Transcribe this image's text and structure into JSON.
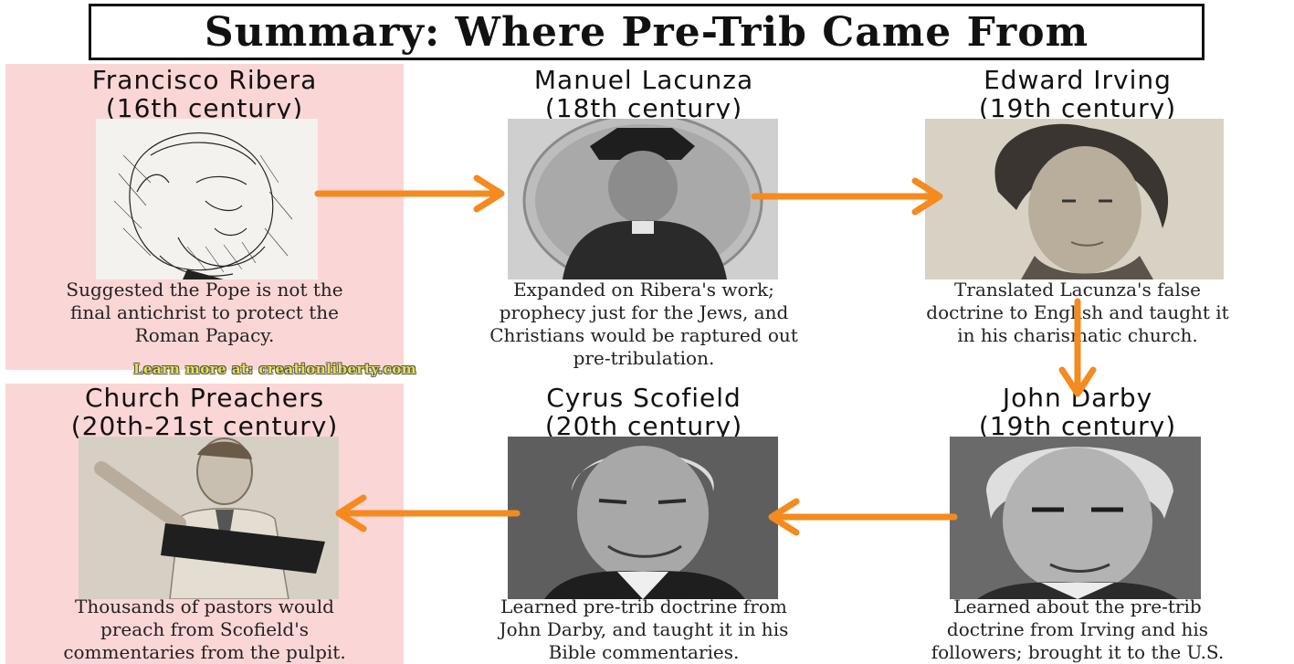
{
  "title": "Summary: Where Pre-Trib Came From",
  "watermark": "Learn more at: creationliberty.com",
  "people": [
    {
      "name": "Francisco Ribera",
      "century": "(16th century)",
      "desc": [
        "Suggested the Pope is not the",
        "final antichrist to protect the",
        "Roman Papacy."
      ]
    },
    {
      "name": "Manuel Lacunza",
      "century": "(18th century)",
      "desc": [
        "Expanded on Ribera's work;",
        "prophecy just for the Jews, and",
        "Christians would be raptured out",
        "pre-tribulation."
      ]
    },
    {
      "name": "Edward Irving",
      "century": "(19th century)",
      "desc": [
        "Translated Lacunza's false",
        "doctrine to English and taught it",
        "in his charismatic church."
      ]
    },
    {
      "name": "Church Preachers",
      "century": "(20th-21st century)",
      "desc": [
        "Thousands of pastors would",
        "preach from Scofield's",
        "commentaries from the pulpit."
      ]
    },
    {
      "name": "Cyrus Scofield",
      "century": "(20th century)",
      "desc": [
        "Learned pre-trib doctrine from",
        "John Darby, and taught it in his",
        "Bible commentaries."
      ]
    },
    {
      "name": "John Darby",
      "century": "(19th century)",
      "desc": [
        "Learned about the pre-trib",
        "doctrine from Irving and his",
        "followers; brought it to the U.S."
      ]
    }
  ],
  "colors": {
    "arrow": "#f58a1f",
    "highlight": "#fbd6d6"
  }
}
